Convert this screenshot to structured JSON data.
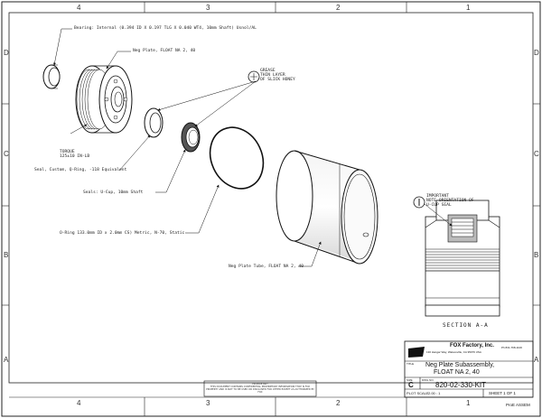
{
  "zones": {
    "columns": [
      "4",
      "3",
      "2",
      "1"
    ],
    "rows": [
      "D",
      "C",
      "B",
      "A"
    ]
  },
  "callouts": {
    "bearing": "Bearing: Internal (0.394 ID X 0.197 TLG X 0.040 WT4, 10mm Shaft) Usnol/AL",
    "neg_plate": "Neg Plate, FLOAT NA 2, 40",
    "grease_line1": "GREASE",
    "grease_line2": "THIN LAYER",
    "grease_line3": "OF SLICK HONEY",
    "torque_line1": "TORQUE",
    "torque_line2": "125±10 IN-LB",
    "seal_custom": "Seal, Custom, Q-Ring, -118 Equivalent",
    "seal_ucup": "Seals: U-Cup, 10mm Shaft",
    "oring": "O-Ring 133.0mm ID x 2.0mm CS) Metric, N-70, Static",
    "neg_plate_tube": "Neg Plate Tube, FLOAT NA 2, 40",
    "important_line1": "IMPORTANT",
    "important_line2": "NOTE ORIENTATION OF",
    "important_line3": "U-CUP SEAL"
  },
  "section_label": "SECTION A-A",
  "title_block": {
    "company": "FOX Factory, Inc.",
    "address": "130 Hangar Way, Watsonville, CA 95076 USA",
    "phone": "Ph 831-768-1100",
    "title_label": "TITLE",
    "title_line1": "Neg Plate Subassembly,",
    "title_line2": "FLOAT NA 2, 40",
    "size_label": "SIZE",
    "dwg_label": "DWG NO.",
    "size": "C",
    "drawing_number": "820-02-330-KIT",
    "rev_label": "PLOT SCALE",
    "scale": "2.00 : 1",
    "sheet": "SHEET 1 OF 1",
    "footer_code": "ProE ASSEM"
  },
  "proprietary": {
    "heading": "PROPRIETARY",
    "body": "THIS DOCUMENT CONTAINS CONFIDENTIAL PROPRIETARY INFORMATION THAT IS FOX PROPERTY AND IS NOT TO BE USED OR DISCLOSED FOR OTHER EXCEPT AS AUTHORIZED BY FOX"
  }
}
